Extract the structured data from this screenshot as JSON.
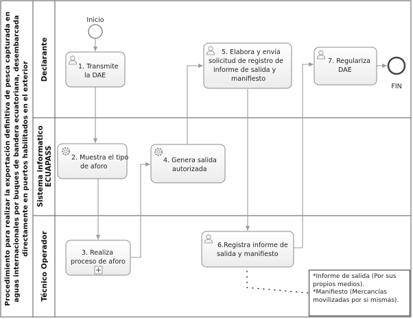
{
  "pool": {
    "title_lines": [
      "Procedimiento para realizar la exportación definitiva de pesca capturada en",
      "aguas internacionales por buques de bandera ecuatoriana, desembarcada",
      "directamente en puertos habilitados en el exterior"
    ]
  },
  "lanes": {
    "declarante": "Declarante",
    "sistema_lines": [
      "Sistema informatico",
      "ECUAPASS"
    ],
    "tecnico": "Técnico Operador"
  },
  "events": {
    "start": "Inicio",
    "end": "FIN"
  },
  "tasks": {
    "t1": {
      "lines": [
        "1.  Transmite",
        "la DAE"
      ],
      "icon": "user-icon"
    },
    "t2": {
      "lines": [
        "2. Muestra el tipo",
        "de aforo"
      ],
      "icon": "gear-icon"
    },
    "t3": {
      "lines": [
        "3. Realiza",
        "proceso de aforo"
      ],
      "icon": "user-icon",
      "marker": "subprocess-plus-icon"
    },
    "t4": {
      "lines": [
        "4. Genera salida",
        "autorizada"
      ],
      "icon": "gear-icon"
    },
    "t5": {
      "lines": [
        "5. Elabora y envía",
        "solicitud de registro de",
        "informe de salida y",
        "manifiesto"
      ],
      "icon": "user-icon"
    },
    "t6": {
      "lines": [
        "6.Registra informe de",
        "salida y manifiesto"
      ],
      "icon": "user-icon"
    },
    "t7": {
      "lines": [
        "7. Regulariza",
        "DAE"
      ],
      "icon": "user-icon"
    }
  },
  "annotation": {
    "lines": [
      "*Informe de salida (Por sus",
      "propios medios).",
      "*Manifiesto (Mercancías",
      "movilizadas por si mismas)."
    ]
  }
}
